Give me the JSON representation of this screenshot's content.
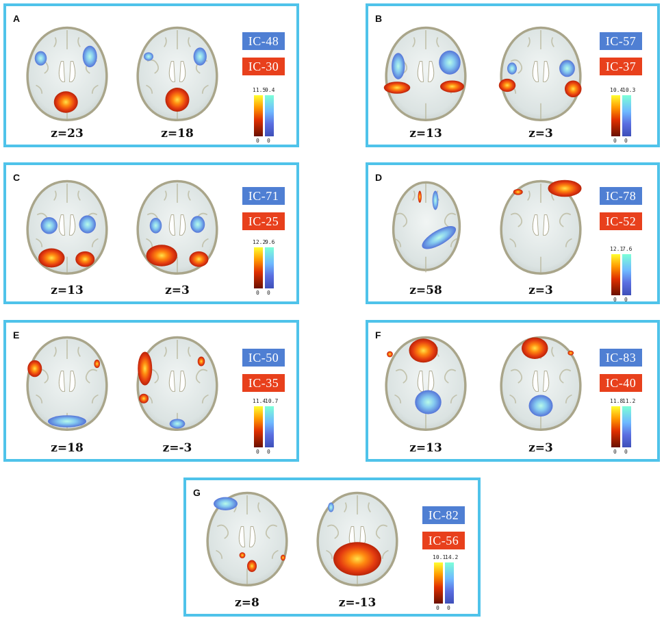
{
  "panels": [
    {
      "label": "A",
      "slices": [
        "z=23",
        "z=18"
      ],
      "ic_blue": "IC-48",
      "ic_red": "IC-30",
      "hot_max": "11.5",
      "cool_max": "9.4",
      "hot_min": "0",
      "cool_min": "0"
    },
    {
      "label": "B",
      "slices": [
        "z=13",
        "z=3"
      ],
      "ic_blue": "IC-57",
      "ic_red": "IC-37",
      "hot_max": "10.4",
      "cool_max": "10.3",
      "hot_min": "0",
      "cool_min": "0"
    },
    {
      "label": "C",
      "slices": [
        "z=13",
        "z=3"
      ],
      "ic_blue": "IC-71",
      "ic_red": "IC-25",
      "hot_max": "12.2",
      "cool_max": "9.6",
      "hot_min": "0",
      "cool_min": "0"
    },
    {
      "label": "D",
      "slices": [
        "z=58",
        "z=3"
      ],
      "ic_blue": "IC-78",
      "ic_red": "IC-52",
      "hot_max": "12.1",
      "cool_max": "7.6",
      "hot_min": "0",
      "cool_min": "0"
    },
    {
      "label": "E",
      "slices": [
        "z=18",
        "z=-3"
      ],
      "ic_blue": "IC-50",
      "ic_red": "IC-35",
      "hot_max": "11.4",
      "cool_max": "10.7",
      "hot_min": "0",
      "cool_min": "0"
    },
    {
      "label": "F",
      "slices": [
        "z=13",
        "z=3"
      ],
      "ic_blue": "IC-83",
      "ic_red": "IC-40",
      "hot_max": "11.8",
      "cool_max": "11.2",
      "hot_min": "0",
      "cool_min": "0"
    },
    {
      "label": "G",
      "slices": [
        "z=8",
        "z=-13"
      ],
      "ic_blue": "IC-82",
      "ic_red": "IC-56",
      "hot_max": "10.1",
      "cool_max": "14.2",
      "hot_min": "0",
      "cool_min": "0"
    }
  ],
  "colors": {
    "border": "#4fc3ea",
    "ic_blue": "#4f7fd3",
    "ic_red": "#e8401c",
    "brain_fill": "#dfe6e6",
    "brain_edge": "#a9a58a"
  }
}
